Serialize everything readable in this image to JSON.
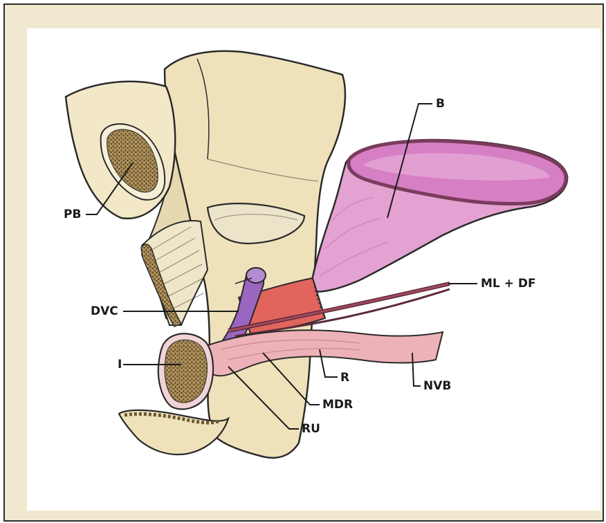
{
  "labels": {
    "b": "B",
    "pb": "PB",
    "dvc": "DVC",
    "ml_df": "ML + DF",
    "i": "I",
    "r": "R",
    "nvb": "NVB",
    "mdr": "MDR",
    "ru": "RU"
  },
  "colors": {
    "frame_bg": "#f1e9cf",
    "bone": "#f0e6c6",
    "bladder": "#e3a2d2",
    "bladder_inner": "#d77fc4",
    "vein": "#9a66c0",
    "urethra": "#e2645e",
    "rectum": "#edb2b8"
  }
}
